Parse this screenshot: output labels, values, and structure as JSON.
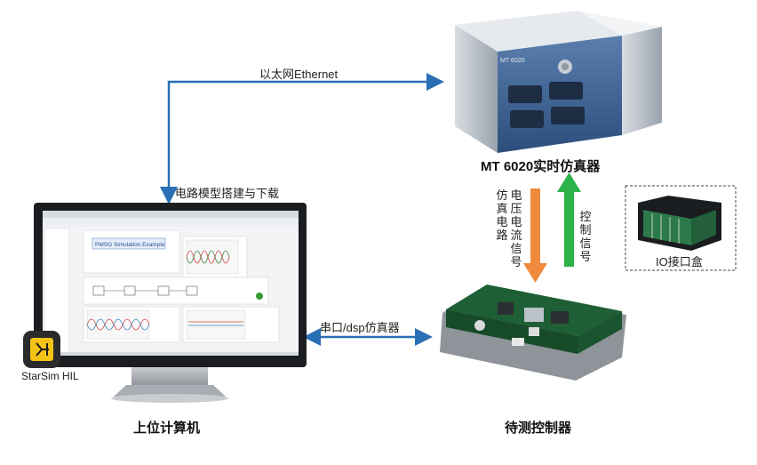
{
  "labels": {
    "ethernet": "以太网Ethernet",
    "download": "电路模型搭建与下载",
    "simulator": "MT 6020实时仿真器",
    "host_pc": "上位计算机",
    "controller": "待测控制器",
    "serial": "串口/dsp仿真器",
    "io_box": "IO接口盒",
    "voltage_current": "电压电流信号",
    "sim_circuit": "仿真电路",
    "control_signal": "控制信号",
    "starsim": "StarSim HIL",
    "device_brand": "MT 6020",
    "app_title": "PMSG Simulation Example"
  },
  "colors": {
    "arrow_blue": "#2a6fb5",
    "arrow_orange": "#ef8a3c",
    "arrow_green": "#2db34a"
  }
}
